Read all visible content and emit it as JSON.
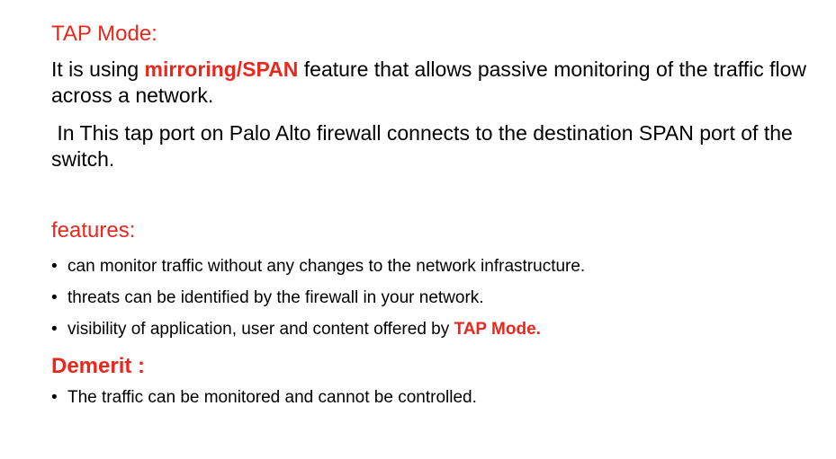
{
  "tap_mode": {
    "heading": "TAP Mode:",
    "para1": {
      "before": "It is using ",
      "highlight": "mirroring/SPAN",
      "after": " feature that allows passive monitoring of the traffic flow across a network."
    },
    "para2": " In This tap port on Palo Alto firewall connects to the destination SPAN port of the switch."
  },
  "features": {
    "heading": "features:",
    "bullet_glyph": "•",
    "items": [
      {
        "text": "can monitor traffic without any changes to the network infrastructure."
      },
      {
        "text": "threats can be identified by the firewall in your network."
      },
      {
        "text": "visibility of application, user and content offered by ",
        "highlight": "TAP Mode."
      }
    ]
  },
  "demerit": {
    "heading": "Demerit :",
    "items": [
      {
        "text": "The traffic can be monitored and cannot be controlled."
      }
    ]
  },
  "colors": {
    "accent": "#e8281e",
    "text": "#000000",
    "background": "#ffffff"
  }
}
